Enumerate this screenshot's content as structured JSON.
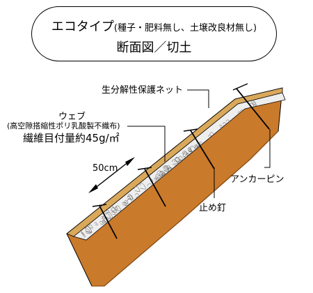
{
  "title": {
    "product": "エコタイプ",
    "detail": "(種子・肥料無し、土壌改良材無し)",
    "subtitle": "断面図／切土"
  },
  "labels": {
    "net": "生分解性保護ネット",
    "web": "ウェブ",
    "web_material": "(高空隙搭縮性ポリ乳酸製不織布)",
    "web_weight": "繊維目付量約45g/㎡",
    "spacing": "50cm",
    "anchor_pin": "アンカーピン",
    "stop_nail": "止め釘"
  },
  "colors": {
    "soil": "#C97A2B",
    "soil_dark": "#8E4F14",
    "net": "#D9A85A",
    "web_fill": "#EEEEEE",
    "web_fibers": "#777777",
    "outline": "#000000"
  }
}
